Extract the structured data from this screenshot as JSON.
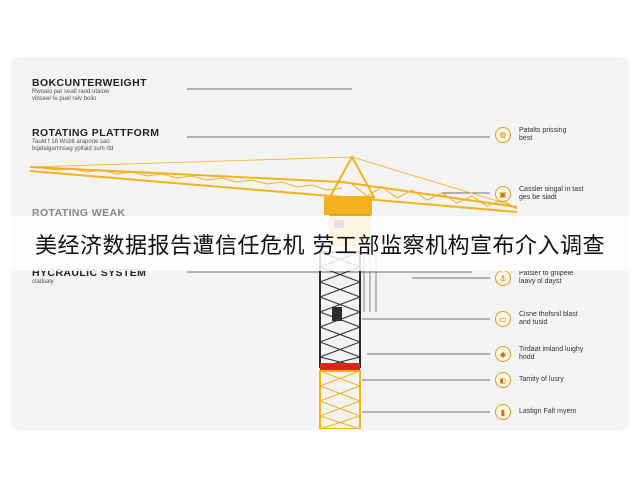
{
  "headline": "美经济数据报告遭信任危机 劳工部监察机构宣布介入调查",
  "diagram": {
    "left_labels": [
      {
        "title": "BOKCUNTERWEIGHT",
        "sub": "Rwoaio par seatl raod utaiow\nvibseer lu puel ralv boilo"
      },
      {
        "title": "ROTATING PLATTFORM",
        "sub": "Tauld f 18 Wsbit arapone sao\nbqidaigamnsag ypitaid sum rtd"
      },
      {
        "title": "ROTATING WEAK",
        "sub": ""
      },
      {
        "title": "HYCRAULIC SYSTEM",
        "sub": "cladsaly"
      }
    ],
    "right_items": [
      {
        "icon": "gear-icon",
        "glyph": "⚙",
        "text": "Patalts prissing\nbest"
      },
      {
        "icon": "crane-cab-icon",
        "glyph": "▣",
        "text": "Cassler singal in tast\nges be siadt"
      },
      {
        "icon": "hook-icon",
        "glyph": "⚓",
        "text": "Patsier to gnipele\nlaavy ol dayst"
      },
      {
        "icon": "cable-icon",
        "glyph": "▭",
        "text": "Cisne thofsnil blast\nand tusid"
      },
      {
        "icon": "trolley-icon",
        "glyph": "◆",
        "text": "Tirdaat imland luighy\nhodd"
      },
      {
        "icon": "pulley-icon",
        "glyph": "◐",
        "text": "Tamity of lusry"
      },
      {
        "icon": "load-icon",
        "glyph": "▮",
        "text": "Lastign Falt myern"
      }
    ],
    "colors": {
      "crane_yellow": "#f2b21f",
      "crane_dark": "#2b2b2b",
      "accent_red": "#d9261c",
      "icon_orange": "#e49a1d"
    }
  }
}
